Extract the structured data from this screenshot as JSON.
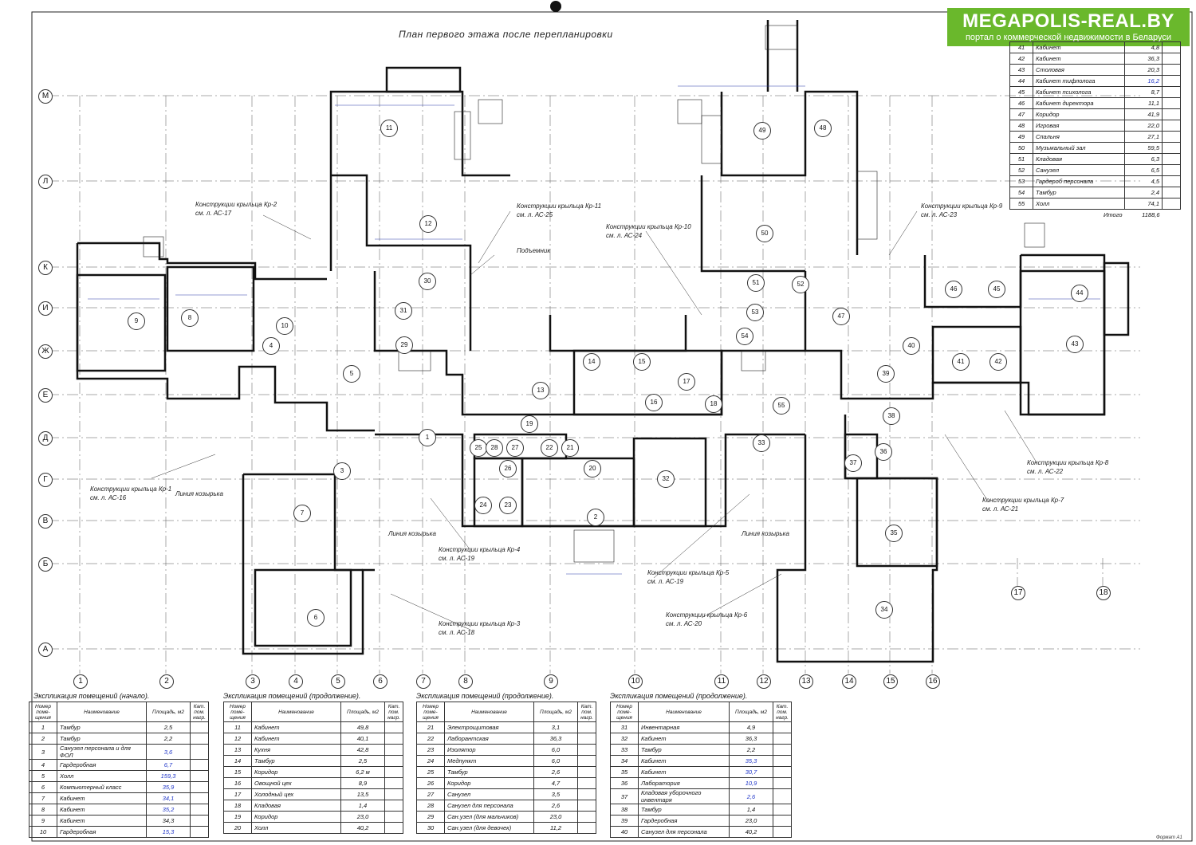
{
  "logo": {
    "brand": "MEGAPOLIS-REAL.BY",
    "tagline": "портал о коммерческой недвижимости в Беларуси"
  },
  "plan_title": "План первого этажа после перепланировки",
  "grid_rows": [
    "М",
    "Л",
    "К",
    "И",
    "Ж",
    "Е",
    "Д",
    "Г",
    "В",
    "Б",
    "А"
  ],
  "grid_cols": [
    "1",
    "2",
    "3",
    "4",
    "5",
    "6",
    "7",
    "8",
    "9",
    "10",
    "11",
    "12",
    "13",
    "14",
    "15",
    "16",
    "17",
    "18"
  ],
  "notes": {
    "kr2": "Конструкции крыльца Кр-2",
    "kr2_ref": "см. л. АС-17",
    "kr11": "Конструкции крыльца Кр-11",
    "kr11_ref": "см. л. АС-25",
    "lift": "Подъемник",
    "kr10": "Конструкции крыльца Кр-10",
    "kr10_ref": "см. л. АС-24",
    "kr9": "Конструкции крыльца Кр-9",
    "kr9_ref": "см. л. АС-23",
    "kr1": "Конструкции крыльца Кр-1",
    "kr1_ref": "см. л. АС-16",
    "canopy1": "Линия козырька",
    "canopy2": "Линия козырька",
    "canopy3": "Линия козырька",
    "kr4": "Конструкции крыльца Кр-4",
    "kr4_ref": "см. л. АС-19",
    "kr5": "Конструкции крыльца Кр-5",
    "kr5_ref": "см. л. АС-19",
    "kr3": "Конструкции крыльца Кр-3",
    "kr3_ref": "см. л. АС-18",
    "kr6": "Конструкции крыльца Кр-6",
    "kr6_ref": "см. л. АС-20",
    "kr8": "Конструкции крыльца Кр-8",
    "kr8_ref": "см. л. АС-22",
    "kr7": "Конструкции крыльца Кр-7",
    "kr7_ref": "см. л. АС-21"
  },
  "table_headers": {
    "num": "Номер поме-щения",
    "name": "Наименование",
    "area": "Площадь, м2",
    "cat": "Кат. пом. нагр."
  },
  "tables": [
    {
      "title": "Экспликация помещений (начало).",
      "rows": [
        [
          "1",
          "Тамбур",
          "2,5"
        ],
        [
          "2",
          "Тамбур",
          "2,2"
        ],
        [
          "3",
          "Санузел персонала и для ФОЛ",
          "3,6"
        ],
        [
          "4",
          "Гардеробная",
          "6,7"
        ],
        [
          "5",
          "Холл",
          "159,3"
        ],
        [
          "6",
          "Компьютерный класс",
          "35,9"
        ],
        [
          "7",
          "Кабинет",
          "34,1"
        ],
        [
          "8",
          "Кабинет",
          "35,2"
        ],
        [
          "9",
          "Кабинет",
          "34,3"
        ],
        [
          "10",
          "Гардеробная",
          "15,3"
        ]
      ]
    },
    {
      "title": "Экспликация помещений (продолжение).",
      "rows": [
        [
          "11",
          "Кабинет",
          "49,8"
        ],
        [
          "12",
          "Кабинет",
          "40,1"
        ],
        [
          "13",
          "Кухня",
          "42,8"
        ],
        [
          "14",
          "Тамбур",
          "2,5"
        ],
        [
          "15",
          "Коридор",
          "6,2 м"
        ],
        [
          "16",
          "Овощной цех",
          "8,9"
        ],
        [
          "17",
          "Холодный цех",
          "13,5"
        ],
        [
          "18",
          "Кладовая",
          "1,4"
        ],
        [
          "19",
          "Коридор",
          "23,0"
        ],
        [
          "20",
          "Холл",
          "40,2"
        ]
      ]
    },
    {
      "title": "Экспликация помещений (продолжение).",
      "rows": [
        [
          "21",
          "Электрощитовая",
          "3,1"
        ],
        [
          "22",
          "Лаборантская",
          "36,3"
        ],
        [
          "23",
          "Изолятор",
          "6,0"
        ],
        [
          "24",
          "Медпункт",
          "6,0"
        ],
        [
          "25",
          "Тамбур",
          "2,6"
        ],
        [
          "26",
          "Коридор",
          "4,7"
        ],
        [
          "27",
          "Санузел",
          "3,5"
        ],
        [
          "28",
          "Санузел для персонала",
          "2,6"
        ],
        [
          "29",
          "Сан.узел (для мальчиков)",
          "23,0"
        ],
        [
          "30",
          "Сан.узел (для девочек)",
          "11,2"
        ]
      ]
    },
    {
      "title": "Экспликация помещений (продолжение).",
      "rows": [
        [
          "31",
          "Инвентарная",
          "4,9"
        ],
        [
          "32",
          "Кабинет",
          "36,3"
        ],
        [
          "33",
          "Тамбур",
          "2,2"
        ],
        [
          "34",
          "Кабинет",
          "35,3"
        ],
        [
          "35",
          "Кабинет",
          "30,7"
        ],
        [
          "36",
          "Лаборатория",
          "10,9"
        ],
        [
          "37",
          "Кладовая уборочного инвентаря",
          "2,6"
        ],
        [
          "38",
          "Тамбур",
          "1,4"
        ],
        [
          "39",
          "Гардеробная",
          "23,0"
        ],
        [
          "40",
          "Санузел для персонала",
          "40,2"
        ]
      ]
    }
  ],
  "right_table": {
    "rows": [
      [
        "41",
        "Кабинет",
        "4,8"
      ],
      [
        "42",
        "Кабинет",
        "36,3"
      ],
      [
        "43",
        "Столовая",
        "20,3"
      ],
      [
        "44",
        "Кабинет тифлолога",
        "16,2"
      ],
      [
        "45",
        "Кабинет психолога",
        "8,7"
      ],
      [
        "46",
        "Кабинет директора",
        "11,1"
      ],
      [
        "47",
        "Коридор",
        "41,9"
      ],
      [
        "48",
        "Игровая",
        "22,0"
      ],
      [
        "49",
        "Спальня",
        "27,1"
      ],
      [
        "50",
        "Музыкальный зал",
        "59,5"
      ],
      [
        "51",
        "Кладовая",
        "6,3"
      ],
      [
        "52",
        "Санузел",
        "6,5"
      ],
      [
        "53",
        "Гардероб персонала",
        "4,5"
      ],
      [
        "54",
        "Тамбур",
        "2,4"
      ],
      [
        "55",
        "Холл",
        "74,1"
      ]
    ],
    "total_label": "Итого",
    "total_value": "1188,6"
  },
  "format_label": "Формат А1"
}
